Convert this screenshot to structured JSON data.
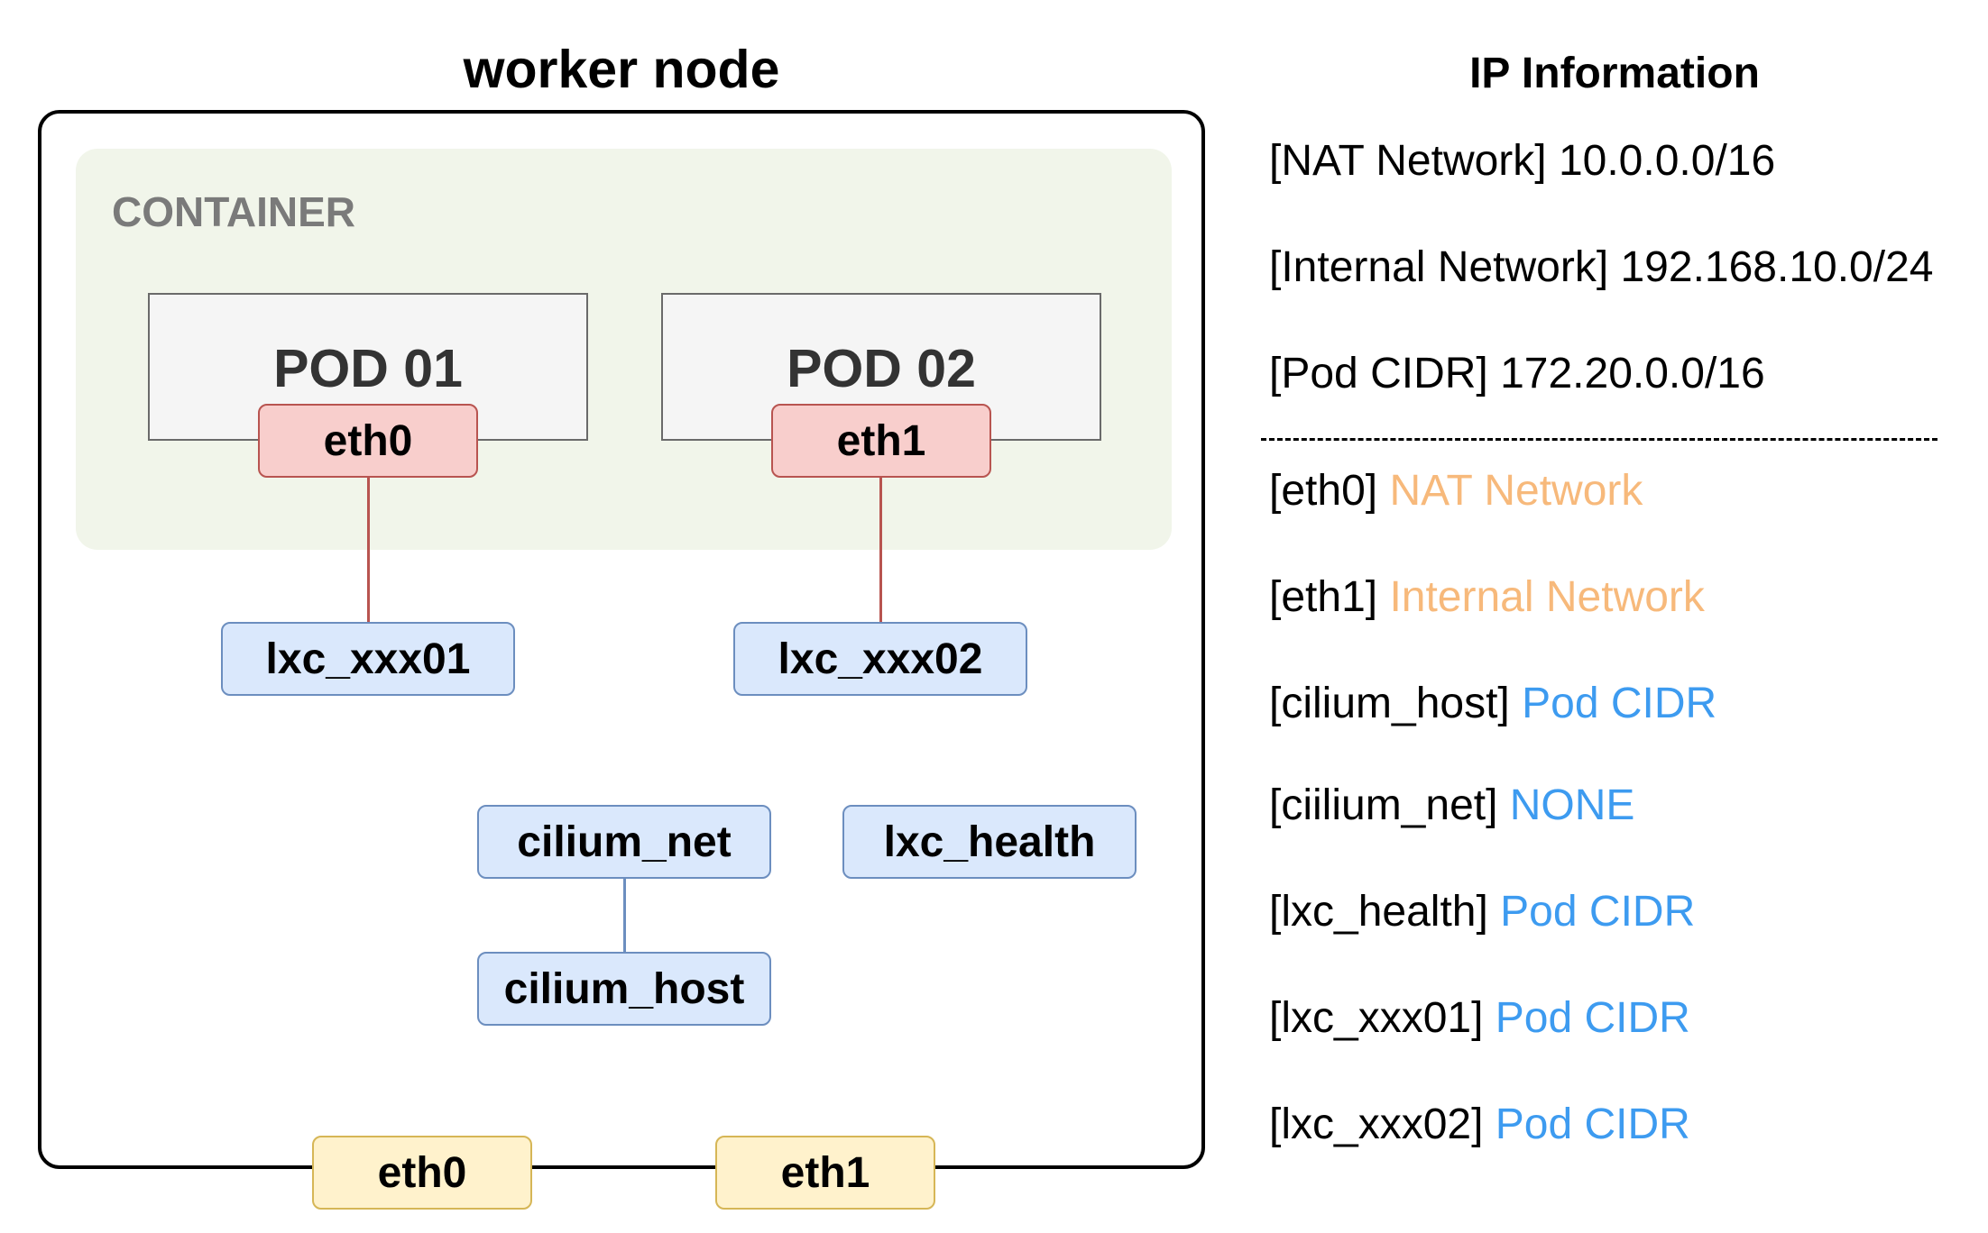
{
  "worker_node": {
    "title": "worker node",
    "container_label": "CONTAINER",
    "pods": [
      {
        "label": "POD 01",
        "interface": "eth0"
      },
      {
        "label": "POD 02",
        "interface": "eth1"
      }
    ],
    "veth": [
      "lxc_xxx01",
      "lxc_xxx02"
    ],
    "cilium_net": "cilium_net",
    "cilium_host": "cilium_host",
    "lxc_health": "lxc_health",
    "host_interfaces": [
      "eth0",
      "eth1"
    ]
  },
  "ip_info": {
    "title": "IP Information",
    "networks": [
      {
        "text": "[NAT Network] 10.0.0.0/16"
      },
      {
        "text": "[Internal Network] 192.168.10.0/24"
      },
      {
        "text": "[Pod CIDR] 172.20.0.0/16"
      }
    ],
    "assignments": [
      {
        "key": "[eth0] ",
        "value": "NAT Network",
        "color": "#f7b97b"
      },
      {
        "key": "[eth1] ",
        "value": "Internal Network",
        "color": "#f7b97b"
      },
      {
        "key": "[cilium_host] ",
        "value": "Pod CIDR",
        "color": "#3d9bf0"
      },
      {
        "key": "[ciilium_net] ",
        "value": "NONE",
        "color": "#3d9bf0"
      },
      {
        "key": "[lxc_health] ",
        "value": "Pod CIDR",
        "color": "#3d9bf0"
      },
      {
        "key": "[lxc_xxx01] ",
        "value": "Pod CIDR",
        "color": "#3d9bf0"
      },
      {
        "key": "[lxc_xxx02] ",
        "value": "Pod CIDR",
        "color": "#3d9bf0"
      }
    ]
  }
}
